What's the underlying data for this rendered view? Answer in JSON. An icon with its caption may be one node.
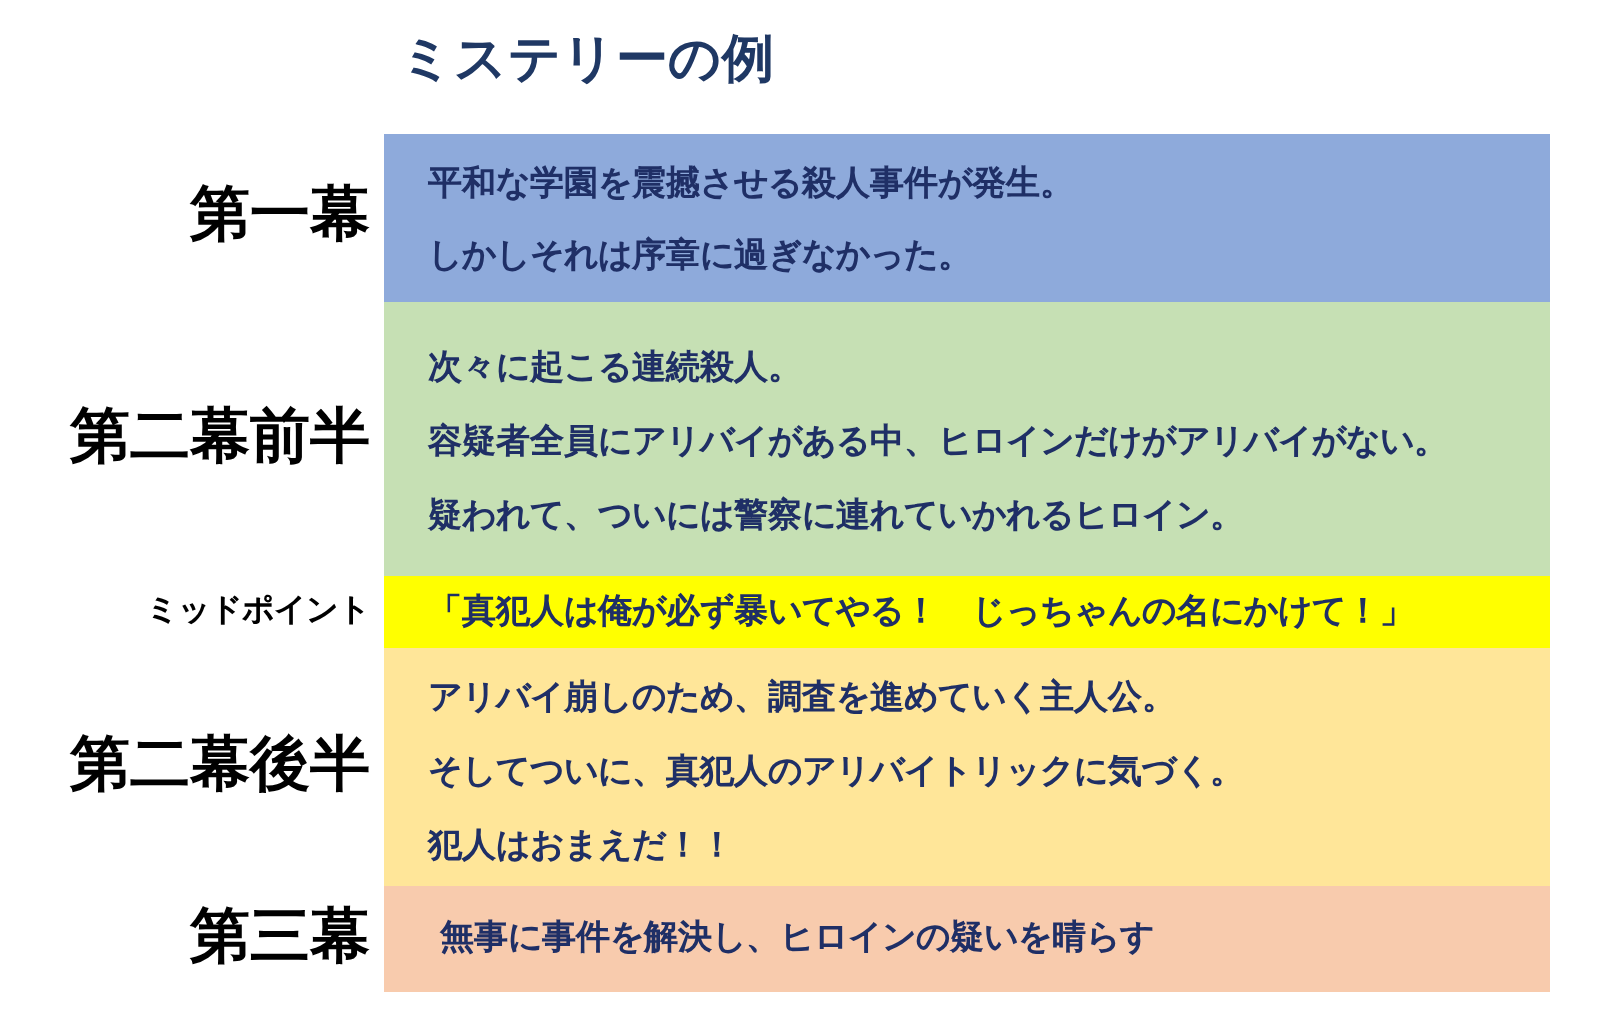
{
  "diagram": {
    "title": "ミステリーの例",
    "nodes": [
      {
        "text": [
          "平和な学園を震撼させる殺人事件が発生。",
          "しかしそれは序章に過ぎなかった。"
        ],
        "beside": [
          "第一幕"
        ]
      },
      {
        "text": [
          "次々に起こる連続殺人。",
          "容疑者全員にアリバイがある中、ヒロインだけがアリバイがない。",
          "疑われて、ついには警察に連れていかれるヒロイン。"
        ],
        "beside": [
          "第二幕前半"
        ]
      },
      {
        "text": [
          "「真犯人は俺が必ず暴いてやる！　じっちゃんの名にかけて！」"
        ],
        "beside": [
          "ミッドポイント"
        ]
      },
      {
        "text": [
          "アリバイ崩しのため、調査を進めていく主人公。",
          "そしてついに、真犯人のアリバイトリックに気づく。",
          "犯人はおまえだ！！"
        ],
        "beside": [
          "第二幕後半"
        ]
      },
      {
        "text": [
          "無事に事件を解決し、ヒロインの疑いを晴らす"
        ],
        "beside": [
          "第三幕"
        ]
      }
    ],
    "edges": []
  }
}
